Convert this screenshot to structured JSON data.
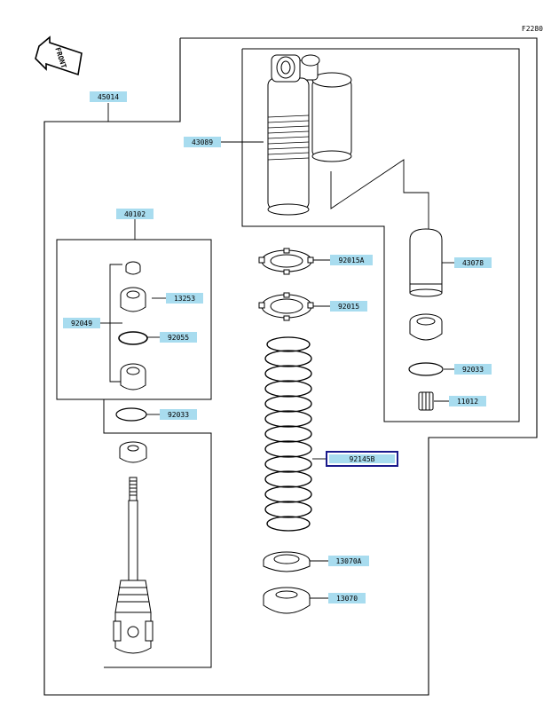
{
  "figure_code": "F2280",
  "front_label": "FRONT",
  "parts": {
    "p45014": "45014",
    "p43089": "43089",
    "p40102": "40102",
    "p92049": "92049",
    "p13253": "13253",
    "p92055": "92055",
    "p92033a": "92033",
    "p92015a": "92015A",
    "p92015": "92015",
    "p43078": "43078",
    "p92033b": "92033",
    "p11012": "11012",
    "p92145b": "92145B",
    "p13070a": "13070A",
    "p13070": "13070"
  },
  "colors": {
    "label_bg": "#a8dcef",
    "selected_border": "#1a1a8c"
  }
}
